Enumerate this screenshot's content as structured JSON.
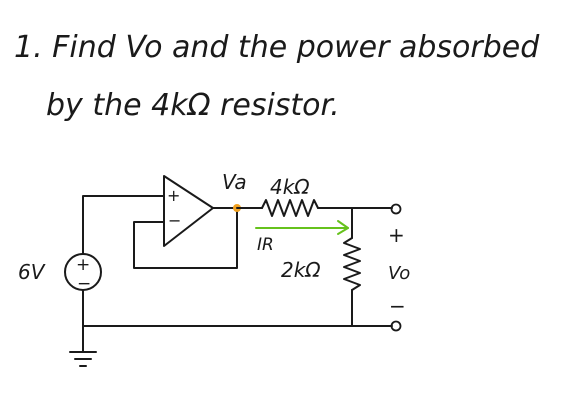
{
  "problem": {
    "line1": "1. Find Vo and the power absorbed",
    "line2": "by the 4kΩ resistor."
  },
  "labels": {
    "va": "Va",
    "r1": "4kΩ",
    "r2": "2kΩ",
    "ir": "IR",
    "source": "6V",
    "plus_out": "+",
    "vo": "Vo",
    "minus_out": "−",
    "opamp_plus": "+",
    "opamp_minus": "−",
    "src_plus": "+",
    "src_minus": "−"
  },
  "colors": {
    "ink": "#1a1a1a",
    "va_dot": "#f0a020",
    "va_text": "#e3b600",
    "ir": "#66c21c"
  }
}
